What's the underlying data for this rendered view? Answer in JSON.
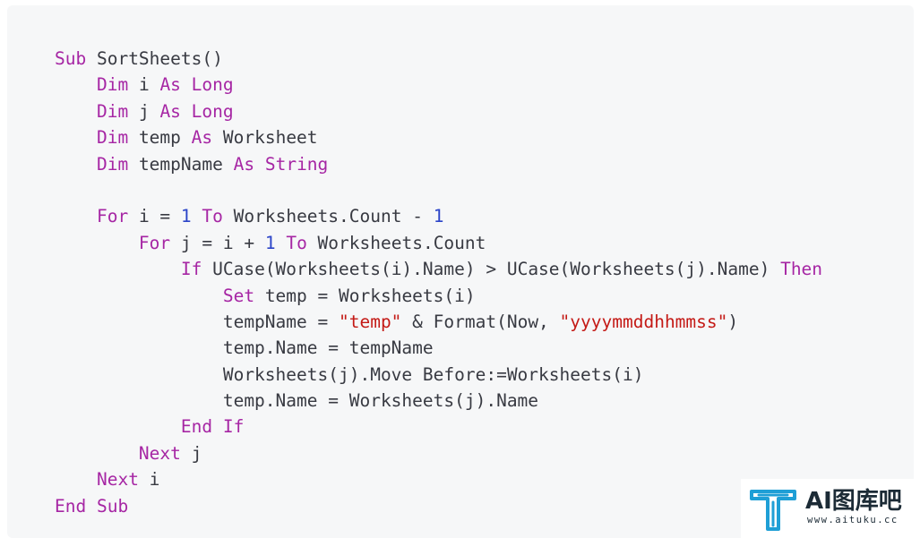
{
  "code_lines": [
    [
      {
        "t": "kw",
        "v": "Sub"
      },
      {
        "t": "tx",
        "v": " SortSheets()"
      }
    ],
    [
      {
        "t": "tx",
        "v": "    "
      },
      {
        "t": "kw",
        "v": "Dim"
      },
      {
        "t": "tx",
        "v": " i "
      },
      {
        "t": "kw",
        "v": "As"
      },
      {
        "t": "tx",
        "v": " "
      },
      {
        "t": "kw",
        "v": "Long"
      }
    ],
    [
      {
        "t": "tx",
        "v": "    "
      },
      {
        "t": "kw",
        "v": "Dim"
      },
      {
        "t": "tx",
        "v": " j "
      },
      {
        "t": "kw",
        "v": "As"
      },
      {
        "t": "tx",
        "v": " "
      },
      {
        "t": "kw",
        "v": "Long"
      }
    ],
    [
      {
        "t": "tx",
        "v": "    "
      },
      {
        "t": "kw",
        "v": "Dim"
      },
      {
        "t": "tx",
        "v": " temp "
      },
      {
        "t": "kw",
        "v": "As"
      },
      {
        "t": "tx",
        "v": " Worksheet"
      }
    ],
    [
      {
        "t": "tx",
        "v": "    "
      },
      {
        "t": "kw",
        "v": "Dim"
      },
      {
        "t": "tx",
        "v": " tempName "
      },
      {
        "t": "kw",
        "v": "As"
      },
      {
        "t": "tx",
        "v": " "
      },
      {
        "t": "kw",
        "v": "String"
      }
    ],
    [],
    [
      {
        "t": "tx",
        "v": "    "
      },
      {
        "t": "kw",
        "v": "For"
      },
      {
        "t": "tx",
        "v": " i = "
      },
      {
        "t": "num",
        "v": "1"
      },
      {
        "t": "tx",
        "v": " "
      },
      {
        "t": "kw",
        "v": "To"
      },
      {
        "t": "tx",
        "v": " Worksheets.Count - "
      },
      {
        "t": "num",
        "v": "1"
      }
    ],
    [
      {
        "t": "tx",
        "v": "        "
      },
      {
        "t": "kw",
        "v": "For"
      },
      {
        "t": "tx",
        "v": " j = i + "
      },
      {
        "t": "num",
        "v": "1"
      },
      {
        "t": "tx",
        "v": " "
      },
      {
        "t": "kw",
        "v": "To"
      },
      {
        "t": "tx",
        "v": " Worksheets.Count"
      }
    ],
    [
      {
        "t": "tx",
        "v": "            "
      },
      {
        "t": "kw",
        "v": "If"
      },
      {
        "t": "tx",
        "v": " UCase(Worksheets(i).Name) > UCase(Worksheets(j).Name) "
      },
      {
        "t": "kw",
        "v": "Then"
      }
    ],
    [
      {
        "t": "tx",
        "v": "                "
      },
      {
        "t": "kw",
        "v": "Set"
      },
      {
        "t": "tx",
        "v": " temp = Worksheets(i)"
      }
    ],
    [
      {
        "t": "tx",
        "v": "                tempName = "
      },
      {
        "t": "str",
        "v": "\"temp\""
      },
      {
        "t": "tx",
        "v": " & Format(Now, "
      },
      {
        "t": "str",
        "v": "\"yyyymmddhhmmss\""
      },
      {
        "t": "tx",
        "v": ")"
      }
    ],
    [
      {
        "t": "tx",
        "v": "                temp.Name = tempName"
      }
    ],
    [
      {
        "t": "tx",
        "v": "                Worksheets(j).Move Before:=Worksheets(i)"
      }
    ],
    [
      {
        "t": "tx",
        "v": "                temp.Name = Worksheets(j).Name"
      }
    ],
    [
      {
        "t": "tx",
        "v": "            "
      },
      {
        "t": "kw",
        "v": "End If"
      }
    ],
    [
      {
        "t": "tx",
        "v": "        "
      },
      {
        "t": "kw",
        "v": "Next"
      },
      {
        "t": "tx",
        "v": " j"
      }
    ],
    [
      {
        "t": "tx",
        "v": "    "
      },
      {
        "t": "kw",
        "v": "Next"
      },
      {
        "t": "tx",
        "v": " i"
      }
    ],
    [
      {
        "t": "kw",
        "v": "End Sub"
      }
    ]
  ],
  "watermark": {
    "title": "AI图库吧",
    "subtitle": "www.aituku.cc"
  },
  "colors": {
    "keyword": "#a626a4",
    "number": "#2b44c8",
    "string": "#c41a16",
    "text": "#383a42",
    "code_background": "#f6f7f8",
    "logo": "#1f9fd6"
  },
  "icons": {
    "watermark_logo": "t-letter-logo-icon"
  }
}
